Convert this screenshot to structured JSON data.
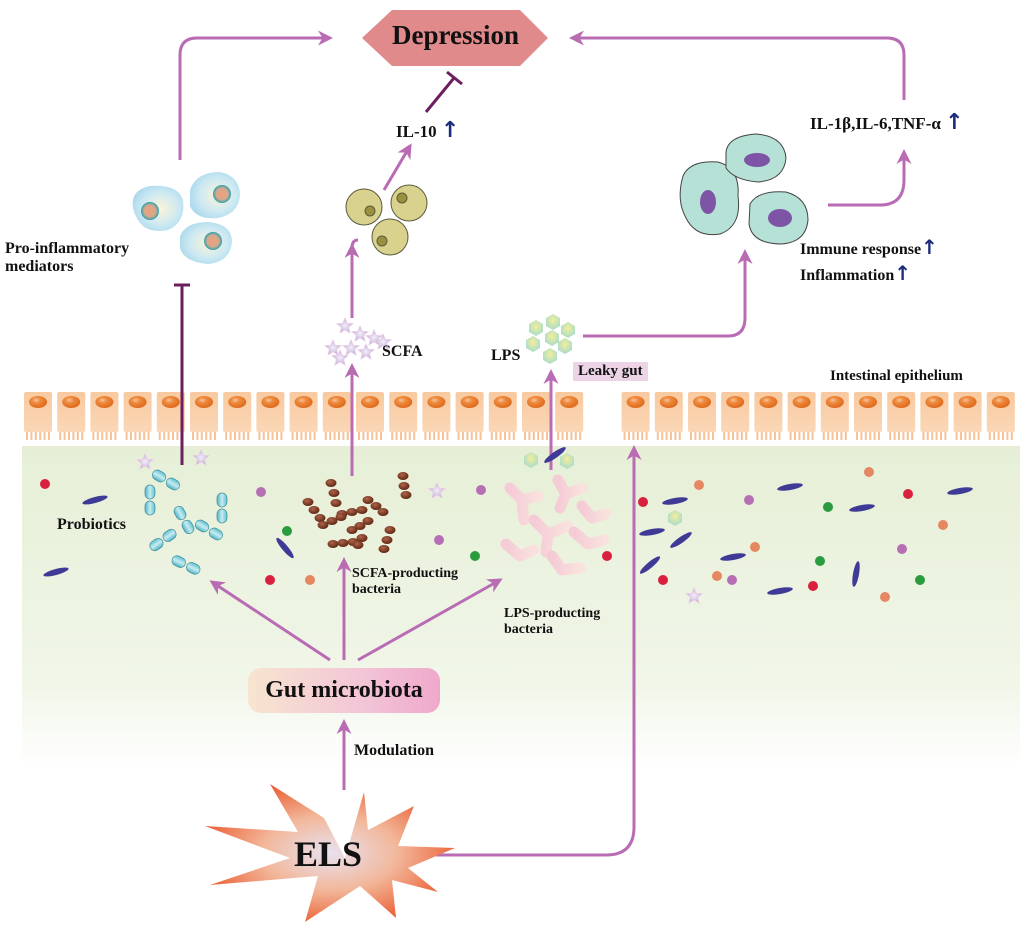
{
  "diagram": {
    "title": "Depression",
    "colors": {
      "arrow": "#b96bb3",
      "inhibit": "#6b1f5e",
      "up_arrow": "#1b2a7a",
      "depression_fill": "#e08a8c",
      "epithelium_cell": "#f8c9a0",
      "epithelium_nucleus": "#ea7a2e",
      "lumen_bg": "#eef4e2",
      "immune_cell": "#b6e1d7",
      "immune_nucleus": "#7e55a6",
      "scfa_cell": "#d9d28f",
      "els_star": "#ee5a24"
    },
    "nodes": {
      "depression": "Depression",
      "il10": "IL-10",
      "cytokines": "IL-1β,IL-6,TNF-α",
      "pro_inflammatory": [
        "Pro-inflammatory",
        "mediators"
      ],
      "immune_response": "Immune response",
      "inflammation": "Inflammation",
      "scfa": "SCFA",
      "lps": "LPS",
      "leaky_gut": "Leaky gut",
      "intestinal_epithelium": "Intestinal epithelium",
      "probiotics": "Probiotics",
      "scfa_bacteria": [
        "SCFA-producting",
        "bacteria"
      ],
      "lps_bacteria": [
        "LPS-producting",
        "bacteria"
      ],
      "gut_microbiota": "Gut microbiota",
      "modulation": "Modulation",
      "els": "ELS"
    },
    "up_glyph": "↑",
    "edges": [
      {
        "from": "Pro-inflammatory mediators",
        "to": "Depression",
        "type": "activates"
      },
      {
        "from": "Probiotics",
        "to": "Pro-inflammatory mediators",
        "type": "inhibits"
      },
      {
        "from": "SCFA-producting bacteria",
        "to": "SCFA",
        "type": "activates"
      },
      {
        "from": "SCFA",
        "to": "SCFA cells",
        "type": "activates"
      },
      {
        "from": "SCFA cells",
        "to": "IL-10",
        "type": "activates"
      },
      {
        "from": "IL-10",
        "to": "Depression",
        "type": "inhibits"
      },
      {
        "from": "LPS-producting bacteria",
        "to": "LPS",
        "type": "activates"
      },
      {
        "from": "LPS",
        "to": "Immune cells",
        "type": "activates"
      },
      {
        "from": "Immune cells",
        "to": "IL-1β,IL-6,TNF-α",
        "type": "activates"
      },
      {
        "from": "IL-1β,IL-6,TNF-α",
        "to": "Depression",
        "type": "activates"
      },
      {
        "from": "Gut microbiota",
        "to": "Probiotics",
        "type": "activates"
      },
      {
        "from": "Gut microbiota",
        "to": "SCFA-producting bacteria",
        "type": "activates"
      },
      {
        "from": "Gut microbiota",
        "to": "LPS-producting bacteria",
        "type": "activates"
      },
      {
        "from": "ELS",
        "to": "Gut microbiota",
        "type": "activates",
        "label": "Modulation"
      },
      {
        "from": "ELS",
        "to": "Leaky gut",
        "type": "activates"
      }
    ]
  }
}
